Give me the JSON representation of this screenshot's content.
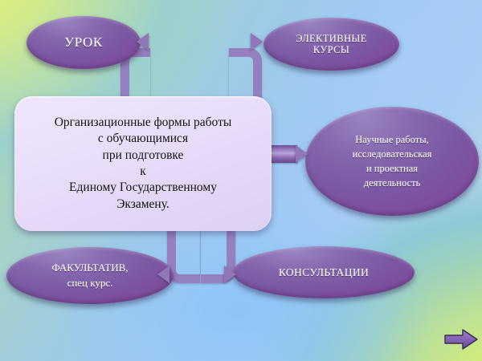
{
  "slide": {
    "title": "Организационные формы работы с обучающимися при подготовке к Единому Государственному Экзамену.",
    "background_colors": {
      "corner_top_left": "#dcf07e",
      "corner_top_right": "#aaccf5",
      "corner_bottom_left": "#cfe3c4",
      "corner_bottom_right": "#d4ec74",
      "center_blue": "#9cc8f5"
    },
    "node_color": "#7b57a3",
    "node_text_color": "#ffffff",
    "center_box_fill": "#e9dff9",
    "center_box_text_color": "#17120d",
    "connector_color": "#9480bf"
  },
  "center": {
    "text": "Организационные формы работы\nс обучающимися\nпри подготовке\nк\nЕдиному Государственному\nЭкзамену."
  },
  "nodes": {
    "urok": {
      "label": "УРОК"
    },
    "elective": {
      "label": "ЭЛЕКТИВНЫЕ\nКУРСЫ"
    },
    "research": {
      "label": "Научные работы,\nисследовательская\nи проектная\nдеятельность"
    },
    "facultative": {
      "label": "ФАКУЛЬТАТИВ,\nспец курс."
    },
    "consult": {
      "label": "КОНСУЛЬТАЦИИ"
    }
  },
  "nav": {
    "next_icon": "right-arrow-icon"
  }
}
